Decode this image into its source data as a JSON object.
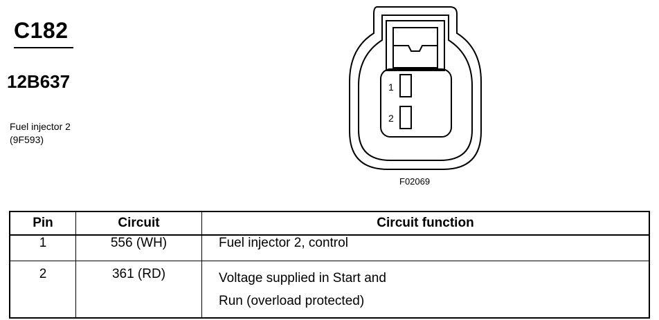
{
  "header": {
    "connector_id": "C182",
    "part_number": "12B637",
    "description_line1": "Fuel injector 2",
    "description_line2": "(9F593)"
  },
  "diagram": {
    "pin_labels": [
      "1",
      "2"
    ],
    "figure_code": "F02069"
  },
  "table": {
    "headers": {
      "pin": "Pin",
      "circuit": "Circuit",
      "function": "Circuit function"
    },
    "rows": [
      {
        "pin": "1",
        "circuit": "556 (WH)",
        "function_lines": [
          "Fuel injector 2, control"
        ]
      },
      {
        "pin": "2",
        "circuit": "361 (RD)",
        "function_lines": [
          "Voltage supplied in Start and",
          "Run (overload protected)"
        ]
      }
    ]
  }
}
